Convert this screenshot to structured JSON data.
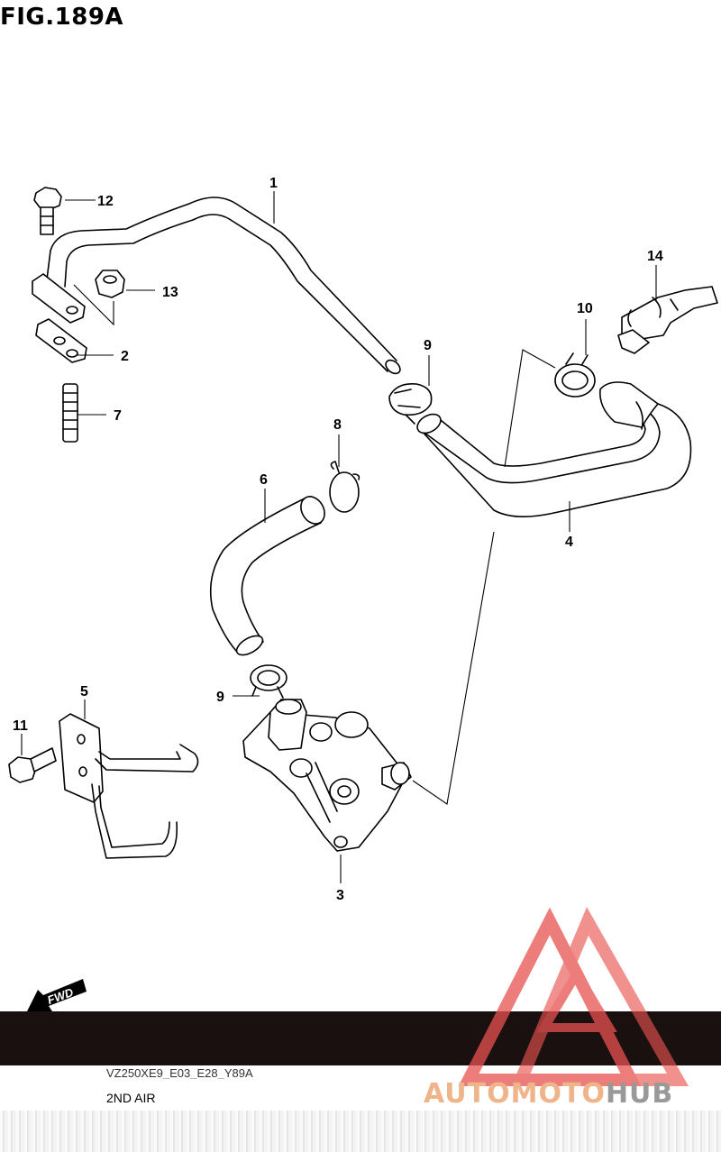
{
  "figure": {
    "title": "FIG.189A"
  },
  "callouts": {
    "c1": "1",
    "c2": "2",
    "c3": "3",
    "c4": "4",
    "c5": "5",
    "c6": "6",
    "c7": "7",
    "c8": "8",
    "c9a": "9",
    "c9b": "9",
    "c10": "10",
    "c11": "11",
    "c12": "12",
    "c13": "13",
    "c14": "14"
  },
  "footer": {
    "model_code": "VZ250XE9_E03_E28_Y89A",
    "caption": "2ND AIR"
  },
  "fwd_marker": "FWD",
  "watermark": {
    "part1": "AUTOMOTO",
    "part2": "HUB",
    "color_primary": "#e8524f",
    "color_secondary": "#f0b48a"
  }
}
